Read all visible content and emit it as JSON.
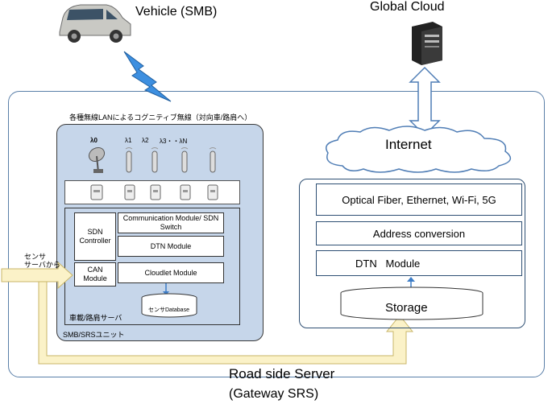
{
  "vehicle": {
    "title": "Vehicle (SMB)"
  },
  "cloud": {
    "title": "Global Cloud"
  },
  "internet": {
    "label": "Internet"
  },
  "wireless": {
    "caption": "各種無線LANによるコグニティブ無線（対向車/路肩へ）"
  },
  "antennas": [
    "λ0",
    "λ1",
    "λ2",
    "λ3・・λN"
  ],
  "sensor_input": {
    "line1": "センサ",
    "line2": "サーバから"
  },
  "smb_unit": {
    "unit_label": "SMB/SRSユニット",
    "server_label": "車載/路肩サーバ",
    "sdn_controller": "SDN Controller",
    "can_module": "CAN Module",
    "comm_module": "Communication Module/ SDN Switch",
    "dtn_module": "DTN Module",
    "cloudlet_module": "Cloudlet Module",
    "sensor_db": "センサDatabase"
  },
  "road_side": {
    "title": "Road side Server",
    "subtitle": "(Gateway SRS)",
    "links": "Optical Fiber, Ethernet, Wi-Fi, 5G",
    "address_conversion": "Address conversion",
    "dtn_module": "DTN   Module",
    "storage": "Storage"
  }
}
